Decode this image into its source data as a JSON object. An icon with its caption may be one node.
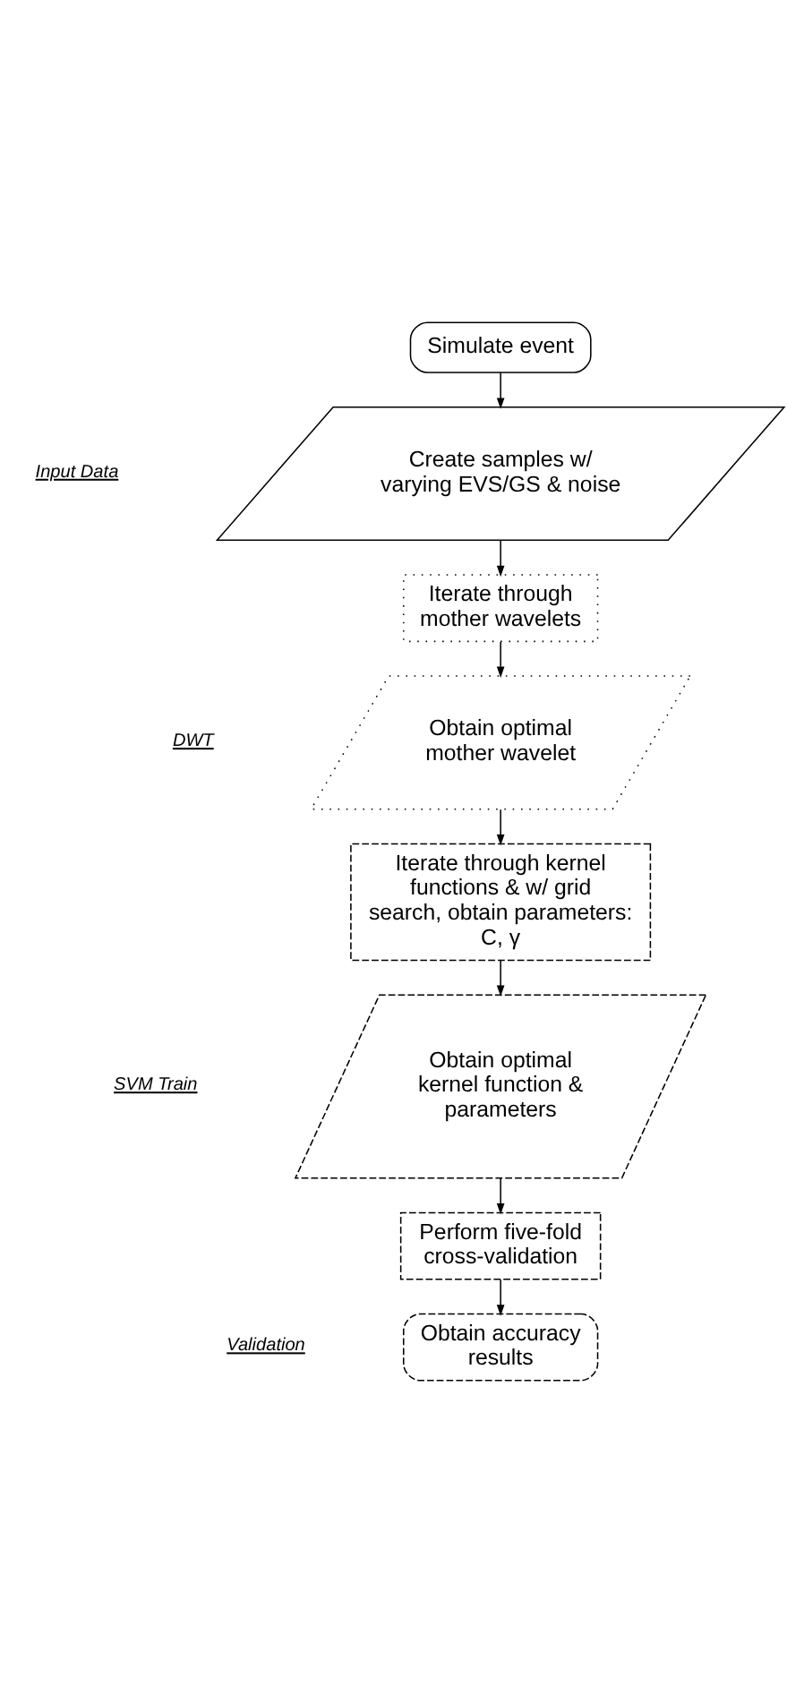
{
  "diagram": {
    "nodes": [
      {
        "text": [
          "Simulate event"
        ]
      },
      {
        "text": [
          "Create samples w/ varying EVS/GS & noise"
        ]
      },
      {
        "text": [
          "Iterate through mother wavelets"
        ]
      },
      {
        "text": [
          "Obtain optimal mother wavelet"
        ]
      },
      {
        "text": [
          "Iterate through kernel functions & w/ grid search, obtain parameters: C, γ"
        ]
      },
      {
        "text": [
          "Obtain optimal kernel function & parameters"
        ]
      },
      {
        "text": [
          "Perform five-fold cross-validation"
        ]
      },
      {
        "text": [
          "Obtain accuracy results"
        ]
      }
    ],
    "edges": [
      {
        "from": 0,
        "to": 1,
        "arrow": "to"
      },
      {
        "from": 1,
        "to": 2,
        "arrow": "to"
      },
      {
        "from": 2,
        "to": 3,
        "arrow": "to"
      },
      {
        "from": 3,
        "to": 4,
        "arrow": "to"
      },
      {
        "from": 4,
        "to": 5,
        "arrow": "to"
      },
      {
        "from": 5,
        "to": 6,
        "arrow": "to"
      },
      {
        "from": 6,
        "to": 7,
        "arrow": "to"
      }
    ],
    "labels": [
      "Input Data",
      "DWT",
      "SVM Train",
      "Validation"
    ]
  }
}
